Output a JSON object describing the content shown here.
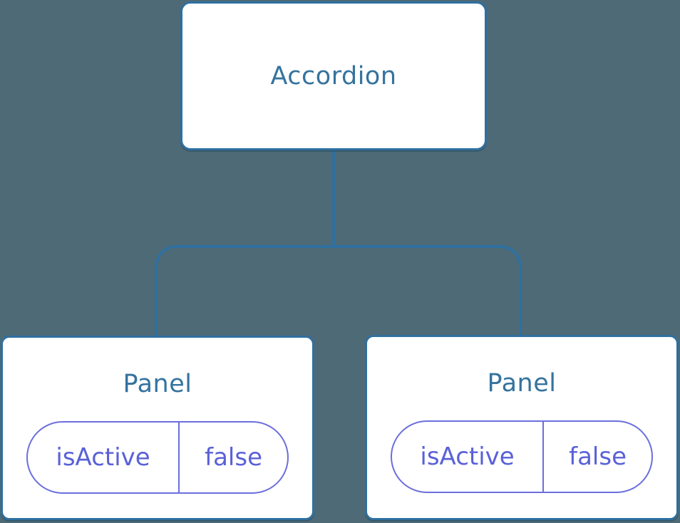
{
  "colors": {
    "background": "#4E6A76",
    "line": "#2F70A0",
    "node-fill": "#FFFFFF",
    "node-label": "#35739E",
    "state": "#5A61D8",
    "state-border": "#6B6FDC"
  },
  "diagram": {
    "type": "component-tree",
    "root": {
      "label": "Accordion"
    },
    "children": [
      {
        "label": "Panel",
        "state_key": "isActive",
        "state_value": "false"
      },
      {
        "label": "Panel",
        "state_key": "isActive",
        "state_value": "false"
      }
    ]
  }
}
